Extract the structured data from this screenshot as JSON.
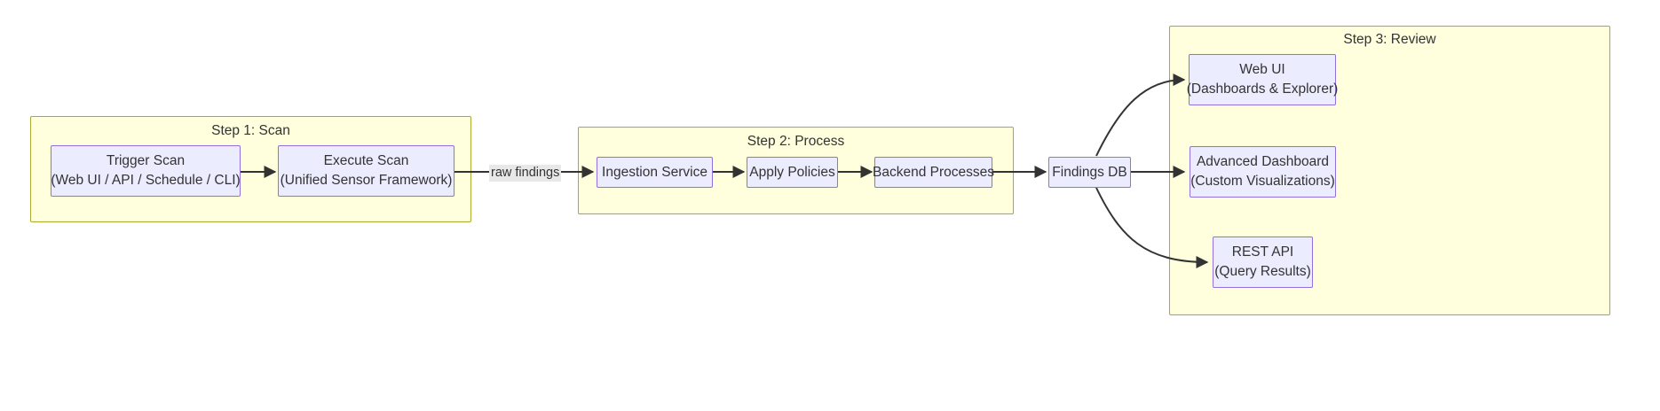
{
  "diagram": {
    "title": "Scan Pipeline Flowchart",
    "type": "flowchart",
    "direction": "left-to-right",
    "colors": {
      "cluster_fill": "#ffffde",
      "cluster_stroke": "#aaaa33",
      "node_fill": "#ececff",
      "node_stroke": "#9370db",
      "edge_stroke": "#333333",
      "text": "#333333",
      "edge_label_bg": "#e8e8e8",
      "background": "#ffffff"
    }
  },
  "clusters": [
    {
      "id": "step1",
      "title": "Step 1: Scan"
    },
    {
      "id": "step2",
      "title": "Step 2: Process"
    },
    {
      "id": "step3",
      "title": "Step 3: Review"
    }
  ],
  "nodes": {
    "trigger_scan": {
      "line1": "Trigger Scan",
      "line2": "(Web UI / API / Schedule / CLI)"
    },
    "execute_scan": {
      "line1": "Execute Scan",
      "line2": "(Unified Sensor Framework)"
    },
    "ingestion_service": {
      "line1": "Ingestion Service"
    },
    "apply_policies": {
      "line1": "Apply Policies"
    },
    "backend_processes": {
      "line1": "Backend Processes"
    },
    "findings_db": {
      "line1": "Findings DB"
    },
    "web_ui": {
      "line1": "Web UI",
      "line2": "(Dashboards & Explorer)"
    },
    "advanced_dashboard": {
      "line1": "Advanced Dashboard",
      "line2": "(Custom Visualizations)"
    },
    "rest_api": {
      "line1": "REST API",
      "line2": "(Query Results)"
    }
  },
  "edges": [
    {
      "id": "e1",
      "from": "trigger_scan",
      "to": "execute_scan",
      "label": ""
    },
    {
      "id": "e2",
      "from": "execute_scan",
      "to": "ingestion_service",
      "label": "raw findings"
    },
    {
      "id": "e3",
      "from": "ingestion_service",
      "to": "apply_policies",
      "label": ""
    },
    {
      "id": "e4",
      "from": "apply_policies",
      "to": "backend_processes",
      "label": ""
    },
    {
      "id": "e5",
      "from": "backend_processes",
      "to": "findings_db",
      "label": ""
    },
    {
      "id": "e6",
      "from": "findings_db",
      "to": "web_ui",
      "label": ""
    },
    {
      "id": "e7",
      "from": "findings_db",
      "to": "advanced_dashboard",
      "label": ""
    },
    {
      "id": "e8",
      "from": "findings_db",
      "to": "rest_api",
      "label": ""
    }
  ]
}
